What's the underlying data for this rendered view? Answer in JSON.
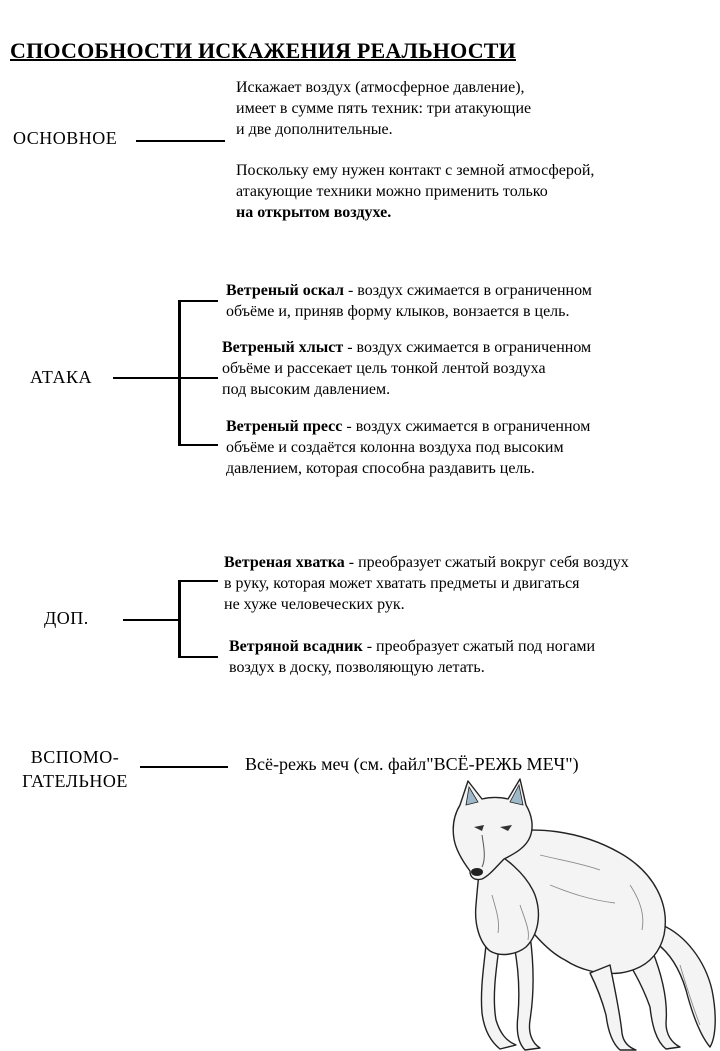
{
  "title": "СПОСОБНОСТИ ИСКАЖЕНИЯ РЕАЛЬНОСТИ",
  "basic": {
    "label": "ОСНОВНОЕ",
    "lines": [
      "Искажает воздух (атмосферное давление),",
      "имеет в сумме пять техник: три атакующие",
      "и две дополнительные."
    ],
    "lines2": [
      "Поскольку ему нужен контакт с земной атмосферой,",
      "атакующие техники можно применить только"
    ],
    "emphasis": "на открытом воздухе."
  },
  "attack": {
    "label": "АТАКА",
    "items": [
      {
        "name": "Ветреный оскал",
        "first": " - воздух сжимается в ограниченном",
        "rest": [
          "объёме  и, приняв форму клыков, вонзается в цель."
        ]
      },
      {
        "name": "Ветреный хлыст",
        "first": " - воздух сжимается в ограниченном",
        "rest": [
          "объёме и рассекает цель тонкой лентой воздуха",
          "под высоким давлением."
        ]
      },
      {
        "name": "Ветреный пресс",
        "first": " - воздух сжимается в ограниченном",
        "rest": [
          "объёме и создаётся колонна воздуха под высоким",
          "давлением, которая способна раздавить цель."
        ]
      }
    ]
  },
  "extra": {
    "label": "ДОП.",
    "items": [
      {
        "name": "Ветреная хватка",
        "first": " - преобразует сжатый вокруг себя воздух",
        "rest": [
          "в руку, которая может хватать предметы и двигаться",
          "не хуже человеческих рук."
        ]
      },
      {
        "name": "Ветряной всадник",
        "first": " - преобразует сжатый под ногами",
        "rest": [
          "воздух в доску, позволяющую летать."
        ]
      }
    ]
  },
  "auxiliary": {
    "label_line1": "ВСПОМО-",
    "label_line2": "ГАТЕЛЬНОЕ",
    "text": "Всё-режь меч (см. файл\"ВСЁ-РЕЖЬ МЕЧ\")"
  },
  "wolf_illustration": "white-wolf-drawing"
}
